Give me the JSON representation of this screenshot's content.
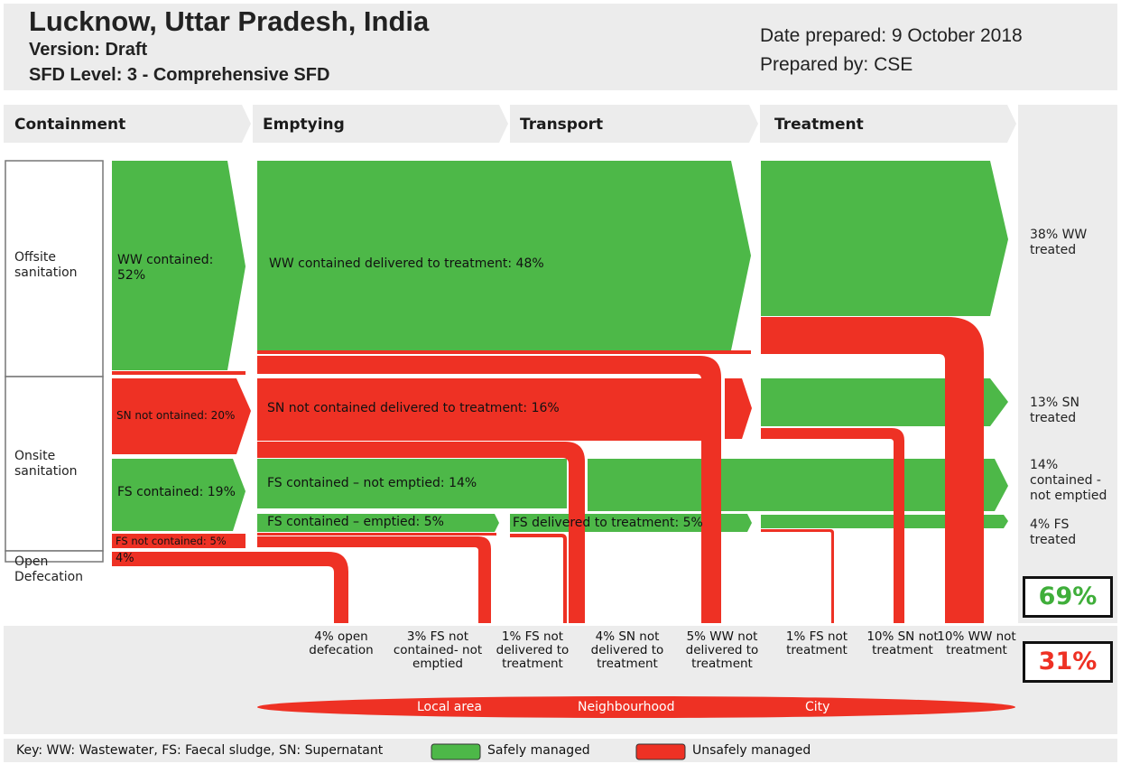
{
  "header": {
    "title": "Lucknow, Uttar Pradesh, India",
    "version": "Version: Draft",
    "sfd_level": "SFD Level: 3 - Comprehensive SFD",
    "date_prepared": "Date prepared: 9 October 2018",
    "prepared_by": "Prepared by: CSE"
  },
  "stages": [
    "Containment",
    "Emptying",
    "Transport",
    "Treatment"
  ],
  "sanitation": {
    "offsite": "Offsite sanitation",
    "onsite": "Onsite sanitation",
    "open": "Open Defecation"
  },
  "flows": {
    "ww_contained": "WW contained: 52%",
    "ww_delivered": "WW contained delivered to treatment: 48%",
    "sn_not_contained": "SN not ontained: 20%",
    "sn_delivered": "SN not contained delivered to treatment: 16%",
    "fs_contained": "FS contained: 19%",
    "fs_not_emptied": "FS contained – not emptied: 14%",
    "fs_emptied": "FS contained – emptied: 5%",
    "fs_delivered": "FS delivered to treatment: 5%",
    "fs_not_contained": "FS not contained: 5%",
    "open_pct": "4%"
  },
  "outcomes_safe": {
    "ww_treated": "38% WW treated",
    "sn_treated": "13% SN treated",
    "contained_not_emptied": "14% contained - not emptied",
    "fs_treated": "4% FS treated",
    "total": "69%"
  },
  "outcomes_unsafe": {
    "items": [
      "4% open defecation",
      "3% FS not contained- not emptied",
      "1% FS not delivered to treatment",
      "4% SN not delivered to treatment",
      "5% WW not delivered to treatment",
      "1% FS not treatment",
      "10% SN not treatment",
      "10% WW not treatment"
    ],
    "total": "31%"
  },
  "areas": [
    "Local area",
    "Neighbourhood",
    "City"
  ],
  "key": {
    "text": "Key: WW: Wastewater, FS: Faecal sludge, SN: Supernatant",
    "safe": "Safely managed",
    "unsafe": "Unsafely managed"
  },
  "colors": {
    "safe": "#4db848",
    "unsafe": "#ee3124",
    "panel": "#ececec"
  }
}
